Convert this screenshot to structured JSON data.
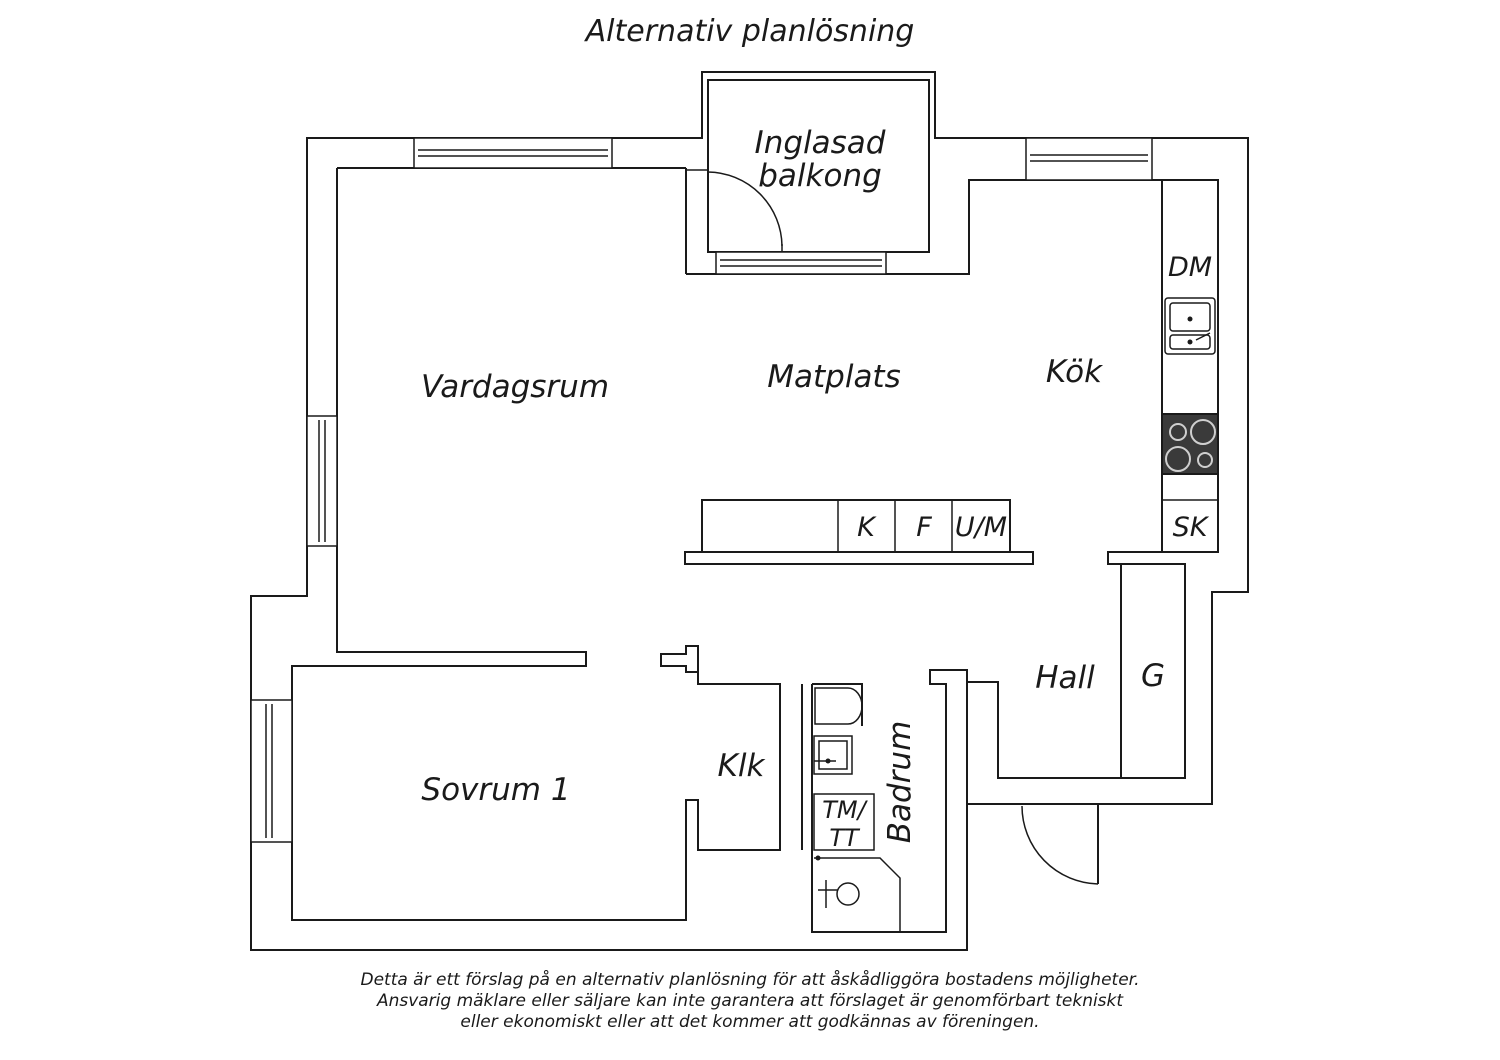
{
  "title": "Alternativ planlösning",
  "rooms": {
    "balkong_line1": "Inglasad",
    "balkong_line2": "balkong",
    "vardagsrum": "Vardagsrum",
    "matplats": "Matplats",
    "kok": "Kök",
    "sovrum": "Sovrum 1",
    "klk": "Klk",
    "badrum": "Badrum",
    "hall": "Hall"
  },
  "fixtures": {
    "dm": "DM",
    "sk": "SK",
    "k": "K",
    "f": "F",
    "um": "U/M",
    "g": "G",
    "tmtt_line1": "TM/",
    "tmtt_line2": "TT"
  },
  "disclaimer": [
    "Detta är ett förslag på en alternativ planlösning för att åskådliggöra bostadens möjligheter.",
    "Ansvarig mäklare eller säljare kan inte garantera att förslaget är genomförbart tekniskt",
    "eller ekonomiskt eller att det kommer att godkännas av föreningen."
  ],
  "colors": {
    "line": "#1a1a1a",
    "background": "#ffffff",
    "stove": "#3a3a3a"
  }
}
